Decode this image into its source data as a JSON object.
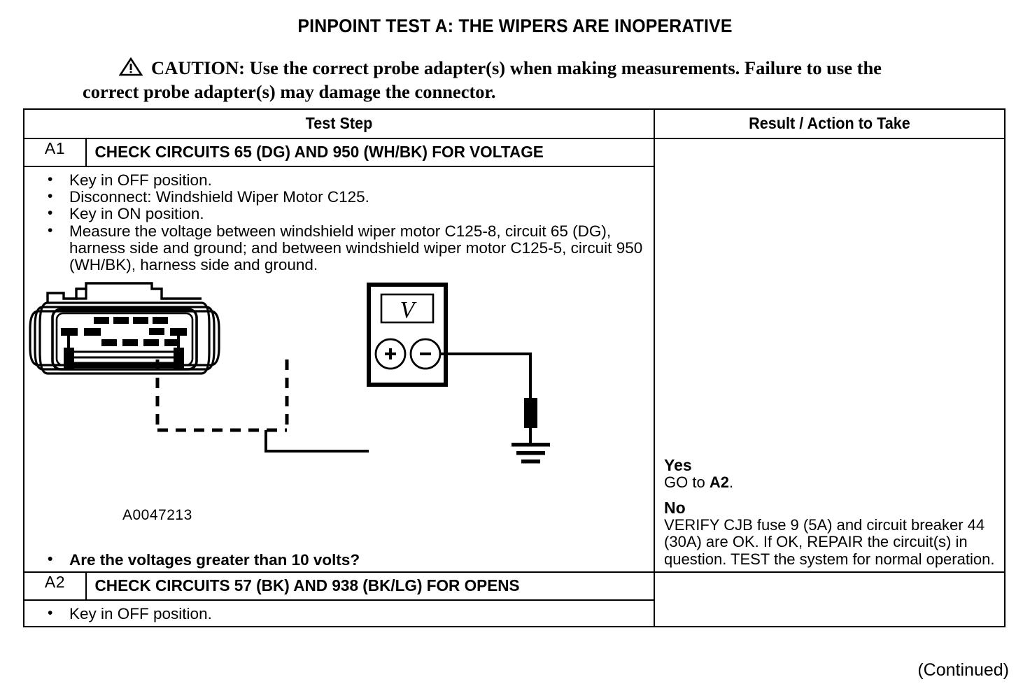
{
  "document": {
    "title": "PINPOINT TEST  A: THE WIPERS ARE INOPERATIVE",
    "caution": {
      "icon": "warning-triangle-icon",
      "text": "CAUTION: Use the correct probe adapter(s) when making measurements. Failure to use the correct probe adapter(s) may damage the connector."
    },
    "footer": "(Continued)"
  },
  "table": {
    "headers": {
      "test_step": "Test Step",
      "result_action": "Result / Action to Take"
    },
    "steps": [
      {
        "id": "A1",
        "heading": "CHECK CIRCUITS 65 (DG) AND 950 (WH/BK) FOR VOLTAGE",
        "bullets": [
          "Key in OFF position.",
          "Disconnect: Windshield Wiper Motor C125.",
          "Key in ON position.",
          "Measure the voltage between windshield wiper motor C125-8, circuit 65 (DG), harness side and ground; and between windshield wiper motor C125-5, circuit 950 (WH/BK), harness side and  ground."
        ],
        "question": "Are the voltages greater than 10 volts?",
        "figure": {
          "id": "A0047213",
          "meter_display": "V",
          "plus_terminal": "+",
          "minus_terminal": "−"
        },
        "results": [
          {
            "label": "Yes",
            "text_before": "GO to ",
            "bold": "A2",
            "text_after": "."
          },
          {
            "label": "No",
            "text_before": "VERIFY CJB fuse 9 (5A) and circuit breaker 44 (30A) are OK. If OK, REPAIR the circuit(s) in question. TEST the system for normal operation.",
            "bold": "",
            "text_after": ""
          }
        ]
      },
      {
        "id": "A2",
        "heading": "CHECK CIRCUITS 57 (BK) AND 938 (BK/LG) FOR OPENS",
        "bullets": [
          "Key in OFF position."
        ],
        "question": "",
        "results": []
      }
    ]
  },
  "colors": {
    "ink": "#000000",
    "paper": "#ffffff"
  }
}
